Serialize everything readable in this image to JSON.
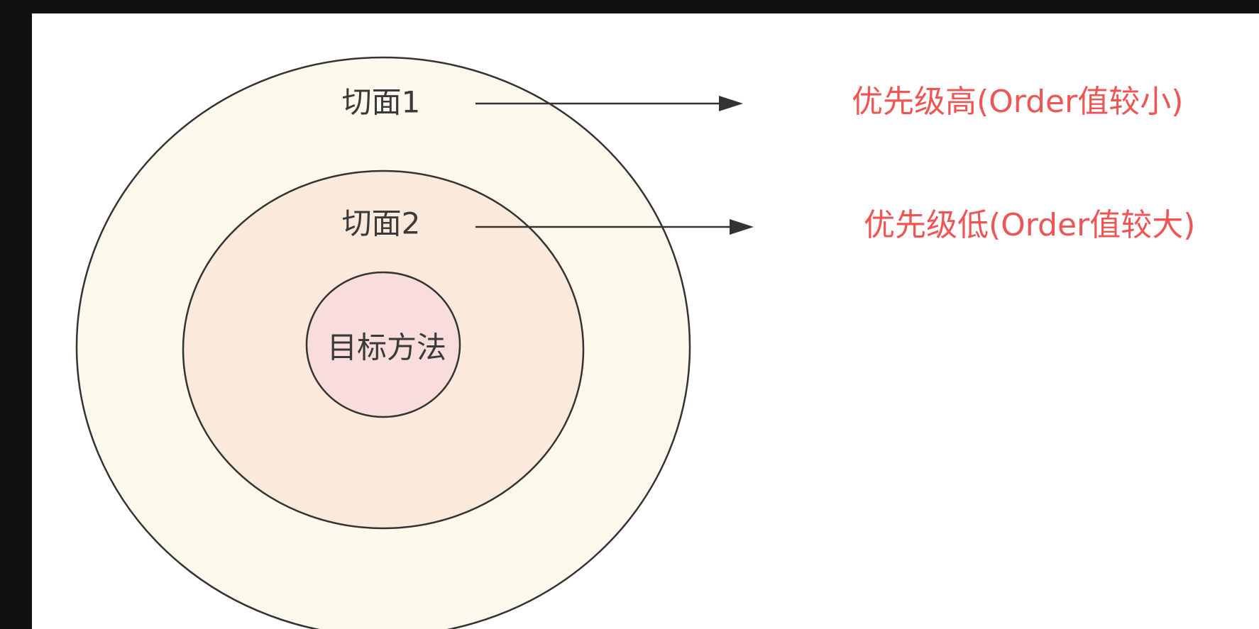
{
  "diagram": {
    "outer_ring": {
      "label": "切面1",
      "fill": "#fcf8ec"
    },
    "middle_ring": {
      "label": "切面2",
      "fill": "#fbe9db"
    },
    "inner_circle": {
      "label": "目标方法",
      "fill": "#f9dcdc"
    },
    "outline_color": "#333333",
    "arrow_color": "#333333",
    "annotations": [
      {
        "text": "优先级高(Order值较小)",
        "color": "#ee5555"
      },
      {
        "text": "优先级低(Order值较大)",
        "color": "#ee5555"
      }
    ]
  }
}
